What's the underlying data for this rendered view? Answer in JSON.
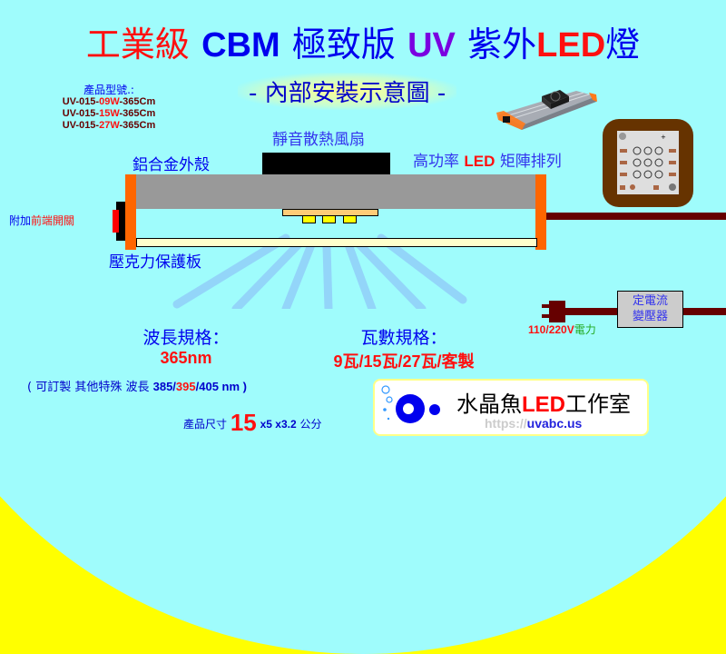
{
  "title": {
    "part1": "工業級",
    "part2": "CBM",
    "part3": "極致版",
    "part4": "UV",
    "part5": "紫外",
    "part6": "LED",
    "part7": "燈"
  },
  "subtitle": "- 內部安裝示意圖 -",
  "models": {
    "heading": "產品型號.:",
    "items": [
      {
        "prefix": "UV-015-",
        "watt": "09W",
        "suffix": "-365Cm"
      },
      {
        "prefix": "UV-015-",
        "watt": "15W",
        "suffix": "-365Cm"
      },
      {
        "prefix": "UV-015-",
        "watt": "27W",
        "suffix": "-365Cm"
      }
    ]
  },
  "diagram": {
    "housing_label": "鋁合金外殼",
    "fan_label": "靜音散熱風扇",
    "led_array_label_pre": "高功率",
    "led_array_label_led": "LED",
    "led_array_label_post": "矩陣排列",
    "switch_label_pre": "附加",
    "switch_label_red": "前端開關",
    "acrylic_label": "壓克力保護板",
    "driver_line1": "定電流",
    "driver_line2": "變壓器",
    "power_volt": "110/220V",
    "power_label": "電力"
  },
  "specs": {
    "wavelength_heading": "波長規格：",
    "wavelength_value": "365nm",
    "wattage_heading": "瓦數規格：",
    "wattage_value": "9瓦/15瓦/27瓦/客製"
  },
  "custom_note": {
    "open": "( 可訂製 其他特殊 波長 ",
    "w1": "385/",
    "w2": "395",
    "w3": "/405 nm )"
  },
  "size": {
    "label": "產品尺寸",
    "length": "15",
    "dims": "x5 x3.2",
    "unit": "公分"
  },
  "logo": {
    "name_pre": "水晶魚",
    "name_led": "LED",
    "name_post": "工作室",
    "url_pre": "https://",
    "url_domain": "uvabc.us"
  },
  "colors": {
    "background": "#9ffcfc",
    "corner": "#ffff00",
    "housing": "#999999",
    "endcap": "#ff6600",
    "cable": "#660000",
    "title_red": "#ff1010",
    "title_blue": "#0000ee",
    "title_purple": "#7a00e0"
  }
}
